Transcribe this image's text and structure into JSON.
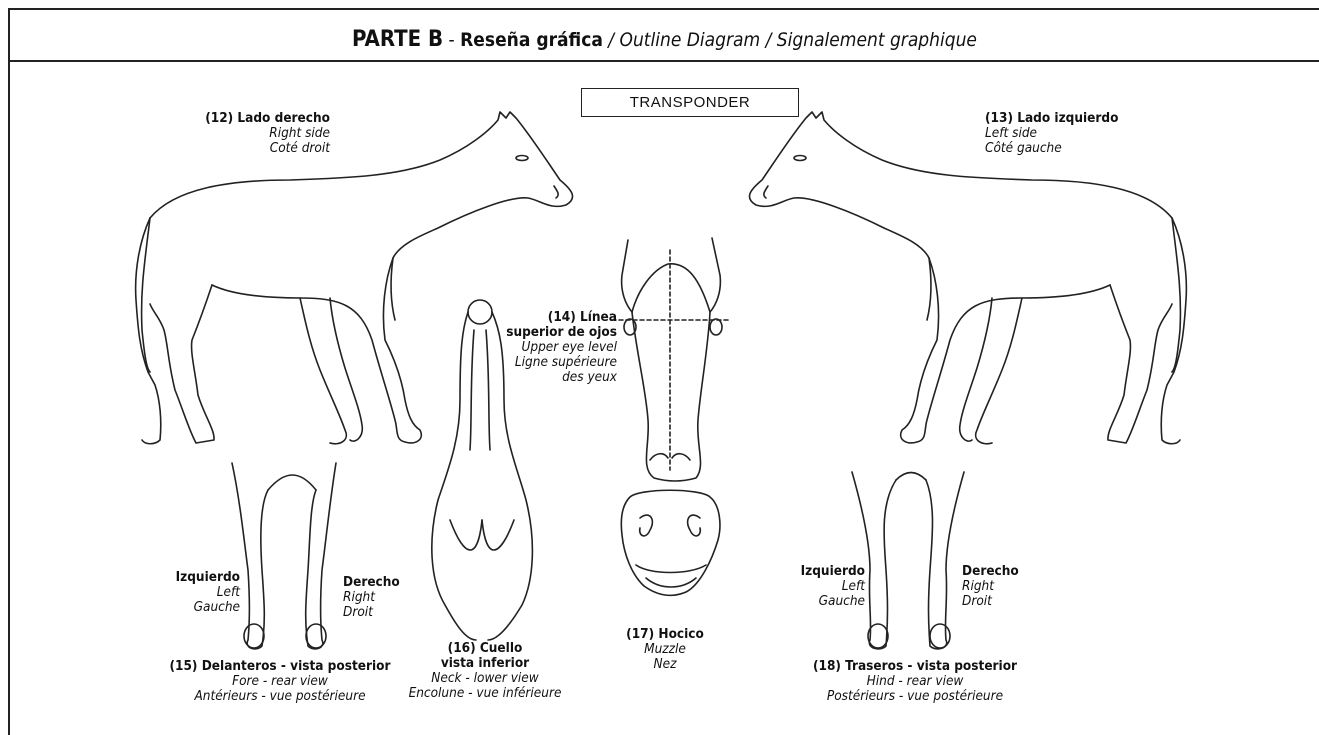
{
  "header": {
    "part": "PARTE B",
    "sep": " - ",
    "title_es": "Reseña gráfica",
    "title_rest": " / Outline Diagram / Signalement graphique"
  },
  "transponder": "TRANSPONDER",
  "labels": {
    "right_side": {
      "es": "(12) Lado derecho",
      "en": "Right side",
      "fr": "Coté droit"
    },
    "left_side": {
      "es": "(13) Lado izquierdo",
      "en": "Left side",
      "fr": "Côté gauche"
    },
    "eye_level": {
      "es1": "(14) Línea",
      "es2": "superior de ojos",
      "en": "Upper eye level",
      "fr1": "Ligne supérieure",
      "fr2": "des yeux"
    },
    "fore": {
      "es": "(15) Delanteros - vista posterior",
      "en": "Fore - rear view",
      "fr": "Antérieurs - vue postérieure"
    },
    "neck": {
      "es1": "(16) Cuello",
      "es2": "vista inferior",
      "en": "Neck - lower view",
      "fr": "Encolune - vue inférieure"
    },
    "muzzle": {
      "es": "(17) Hocico",
      "en": "Muzzle",
      "fr": "Nez"
    },
    "hind": {
      "es": "(18) Traseros - vista posterior",
      "en": "Hind - rear view",
      "fr": "Postérieurs - vue postérieure"
    },
    "fore_left": {
      "es": "Izquierdo",
      "en": "Left",
      "fr": "Gauche"
    },
    "fore_right": {
      "es": "Derecho",
      "en": "Right",
      "fr": "Droit"
    },
    "hind_left": {
      "es": "Izquierdo",
      "en": "Left",
      "fr": "Gauche"
    },
    "hind_right": {
      "es": "Derecho",
      "en": "Right",
      "fr": "Droit"
    }
  }
}
